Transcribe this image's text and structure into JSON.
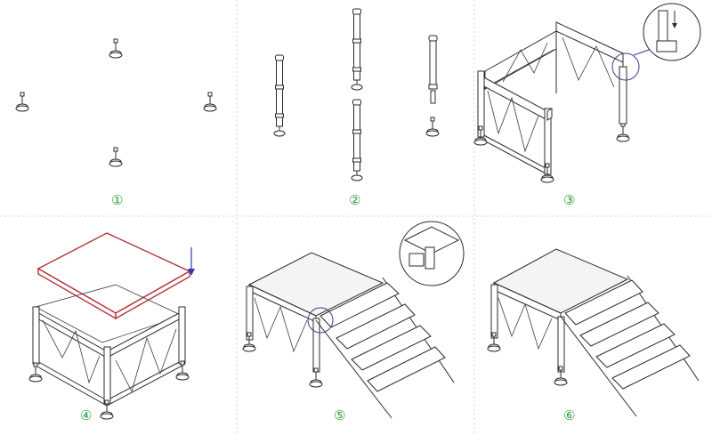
{
  "colors": {
    "label": "#2e9e3a",
    "line": "#2b2b2b",
    "deck_highlight": "#b3363c",
    "arrow": "#2c3bb5",
    "callout": "#3b3b8f",
    "divider": "#c7d9c7"
  },
  "steps": [
    {
      "label": "①"
    },
    {
      "label": "②"
    },
    {
      "label": "③"
    },
    {
      "label": "④"
    },
    {
      "label": "⑤"
    },
    {
      "label": "⑥"
    }
  ]
}
